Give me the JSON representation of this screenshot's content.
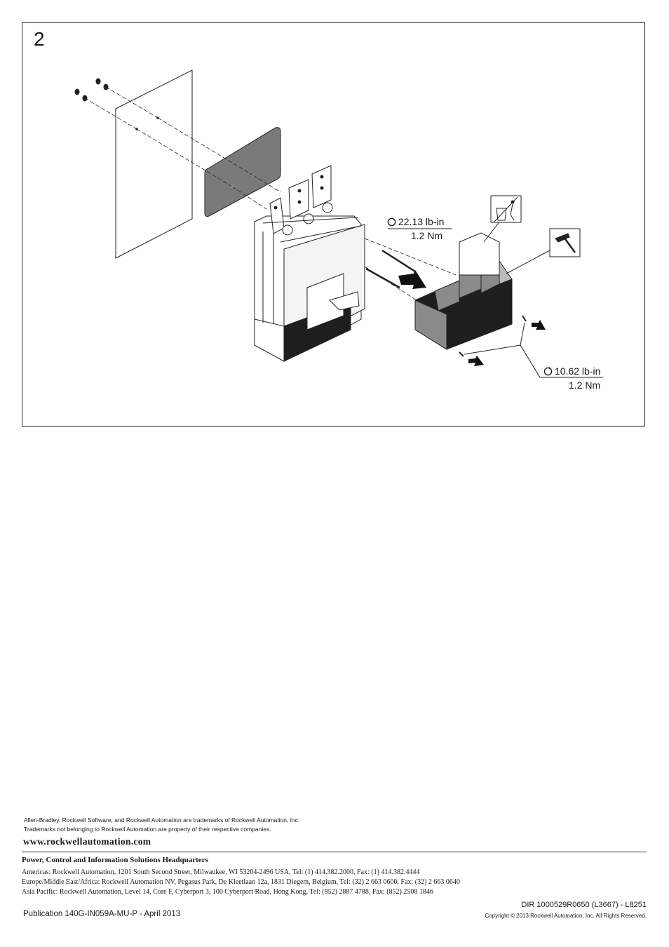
{
  "step": {
    "number": "2"
  },
  "torque_top": {
    "value": "22.13 lb-in",
    "nm": "1.2 Nm"
  },
  "torque_bottom": {
    "value": "10.62 lb-in",
    "nm": "1.2 Nm"
  },
  "icons": [
    "torque-icon",
    "waste-bin-icon",
    "hammer-icon",
    "push-arrow-icon"
  ],
  "footer": {
    "trademark_1": "Allen-Bradley, Rockwell Software, and Rockwell Automation are trademarks of Rockwell Automation, Inc.",
    "trademark_2": "Trademarks not belonging to Rockwell Automation are property of their respective companies.",
    "website": "www.rockwellautomation.com",
    "hq_title": "Power, Control and Information Solutions Headquarters",
    "americas": "Americas: Rockwell Automation, 1201 South Second Street, Milwaukee, WI 53204-2496 USA, Tel: (1) 414.382.2000, Fax: (1) 414.382.4444",
    "emea": "Europe/Middle East/Africa: Rockwell Automation NV, Pegasus Park, De Kleetlaan 12a, 1831 Diegem, Belgium, Tel: (32) 2 663 0600, Fax: (32) 2 663 0640",
    "apac": "Asia Pacific: Rockwell Automation, Level 14, Core F, Cyberport 3, 100 Cyberport Road, Hong Kong, Tel: (852) 2887 4788, Fax: (852) 2508 1846",
    "dir": "DIR 1000529R0650 (L3667) - L8251",
    "publication": "Publication 140G-IN059A-MU-P - April 2013",
    "copyright": "Copyright © 2013 Rockwell Automation, Inc. All Rights Reserved."
  }
}
